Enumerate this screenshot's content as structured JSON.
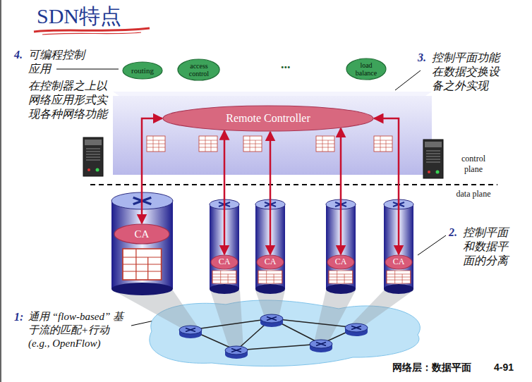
{
  "diagram": {
    "title": "SDN特点",
    "nodes": [
      {
        "text": [
          "routing"
        ]
      },
      {
        "text": [
          "access control"
        ]
      },
      {
        "text": [
          "load balance"
        ]
      },
      {
        "text": [
          "Remote Controller"
        ]
      },
      {
        "text": [
          "CA"
        ]
      },
      {
        "text": [
          "CA"
        ]
      },
      {
        "text": [
          "CA"
        ]
      },
      {
        "text": [
          "CA"
        ]
      },
      {
        "text": [
          "CA"
        ]
      }
    ],
    "edges": [
      {
        "from": 3,
        "to": 4,
        "arrow": "both"
      },
      {
        "from": 3,
        "to": 5,
        "arrow": "both"
      },
      {
        "from": 3,
        "to": 6,
        "arrow": "both"
      },
      {
        "from": 3,
        "to": 7,
        "arrow": "both"
      },
      {
        "from": 3,
        "to": 8,
        "arrow": "both"
      }
    ],
    "labels": [
      "4.",
      "可编程控制应用",
      "在控制器之上以网络应用形式实现各种网络功能",
      "...",
      "3.",
      "控制平面功能在数据交换设备之外实现",
      "control plane",
      "data plane",
      "2.",
      "控制平面和数据平面的分离",
      "1:",
      "通用 “flow-based” 基于流的匹配+行动(e.g., OpenFlow)",
      "网络层：数据平面",
      "4-91"
    ]
  }
}
